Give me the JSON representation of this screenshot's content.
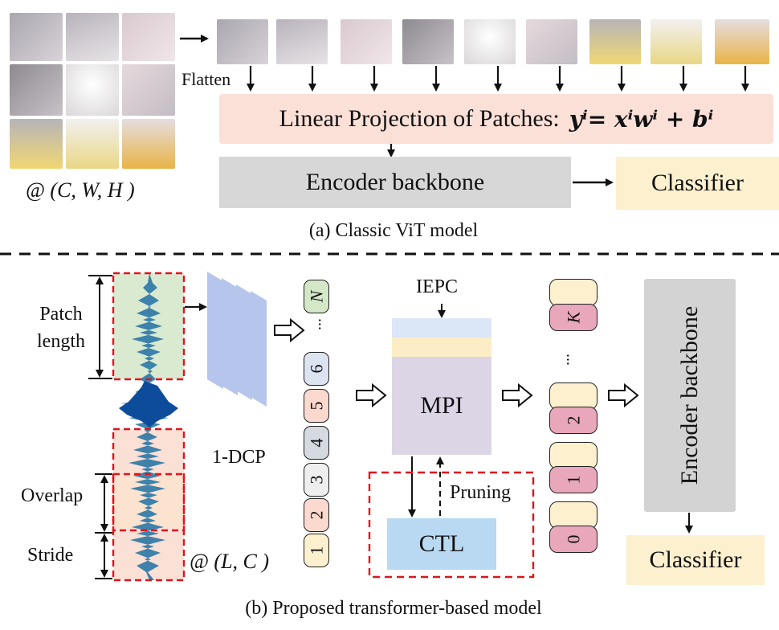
{
  "top": {
    "flatten_label": "Flatten",
    "input_shape": "@ (C, W, H )",
    "linear_label": "Linear Projection of Patches:",
    "linear_equation": "yⁱ= xⁱwⁱ + bⁱ",
    "encoder_label": "Encoder backbone",
    "classifier_label": "Classifier",
    "caption": "(a) Classic ViT model"
  },
  "bottom": {
    "patch_length_label": "Patch\nlength",
    "overlap_label": "Overlap",
    "stride_label": "Stride",
    "dcp_label": "1-DCP",
    "signal_shape": "@ (L, C )",
    "tokens": [
      {
        "label": "N",
        "color": "#d4e8c8"
      },
      {
        "label": "6",
        "color": "#dce4f2"
      },
      {
        "label": "5",
        "color": "#fbd9cf"
      },
      {
        "label": "4",
        "color": "#d5d9e0"
      },
      {
        "label": "3",
        "color": "#eeeeee"
      },
      {
        "label": "2",
        "color": "#fbd9cf"
      },
      {
        "label": "1",
        "color": "#fdf0cf"
      }
    ],
    "ellipsis": "...",
    "iepc_label": "IEPC",
    "mpi_label": "MPI",
    "pruning_label": "Pruning",
    "ctl_label": "CTL",
    "kept_tokens": [
      {
        "label": "",
        "color": "#fdf0cf"
      },
      {
        "label": "K",
        "color": "#e8a7bb"
      },
      {
        "label": "",
        "color": "#fdf0cf"
      },
      {
        "label": "2",
        "color": "#e8a7bb"
      },
      {
        "label": "",
        "color": "#fdf0cf"
      },
      {
        "label": "1",
        "color": "#e8a7bb"
      },
      {
        "label": "",
        "color": "#fdf0cf"
      },
      {
        "label": "0",
        "color": "#e8a7bb"
      }
    ],
    "encoder_label": "Encoder backbone",
    "classifier_label": "Classifier",
    "caption": "(b) Proposed transformer-based model"
  }
}
